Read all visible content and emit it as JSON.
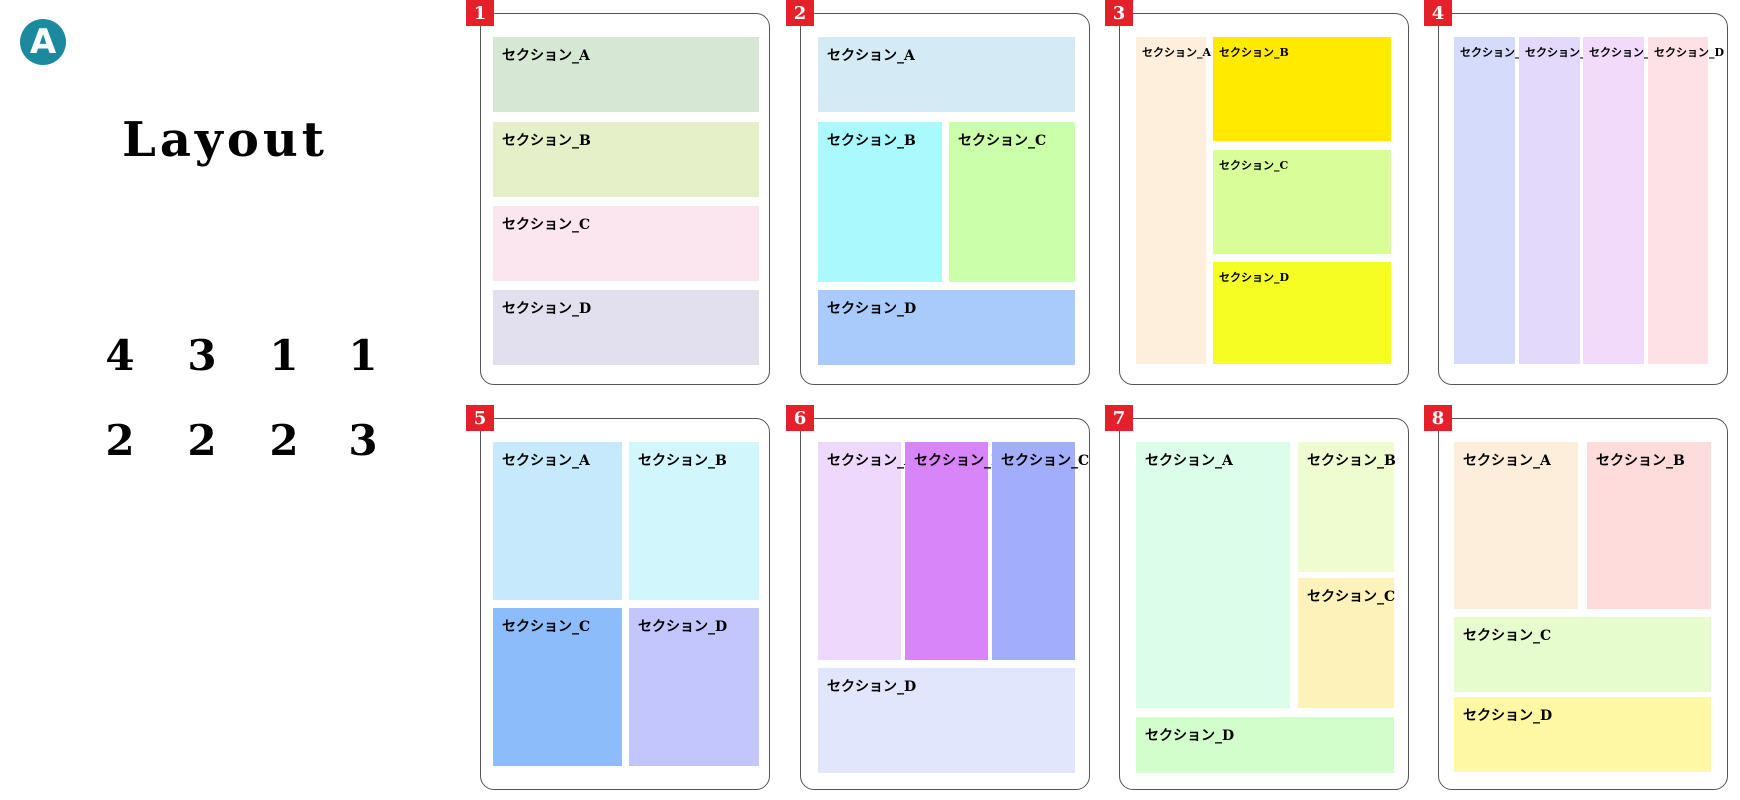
{
  "badge": "A",
  "title": "Layout",
  "grid": {
    "row1": [
      "4",
      "3",
      "1",
      "1"
    ],
    "row2": [
      "2",
      "2",
      "2",
      "3"
    ]
  },
  "layouts": [
    {
      "number": "1",
      "sections": [
        {
          "label": "セクション_A",
          "color": "#d6e8d4"
        },
        {
          "label": "セクション_B",
          "color": "#e6f0c8"
        },
        {
          "label": "セクション_C",
          "color": "#fbe6f0"
        },
        {
          "label": "セクション_D",
          "color": "#e2e0ef"
        }
      ]
    },
    {
      "number": "2",
      "sections": [
        {
          "label": "セクション_A",
          "color": "#d4eaf5"
        },
        {
          "label": "セクション_B",
          "color": "#a9fafc"
        },
        {
          "label": "セクション_C",
          "color": "#ccffaa"
        },
        {
          "label": "セクション_D",
          "color": "#a9cbfc"
        }
      ]
    },
    {
      "number": "3",
      "sections": [
        {
          "label": "セクション_A",
          "color": "#fdefdc"
        },
        {
          "label": "セクション_B",
          "color": "#ffea00"
        },
        {
          "label": "セクション_C",
          "color": "#d9fe99"
        },
        {
          "label": "セクション_D",
          "color": "#f5fe23"
        }
      ]
    },
    {
      "number": "4",
      "sections": [
        {
          "label": "セクション_A",
          "color": "#d4dbfb"
        },
        {
          "label": "セクション_B",
          "color": "#e3dafb"
        },
        {
          "label": "セクション_C",
          "color": "#f2dafb"
        },
        {
          "label": "セクション_D",
          "color": "#fde1e6"
        }
      ]
    },
    {
      "number": "5",
      "sections": [
        {
          "label": "セクション_A",
          "color": "#c6eafc"
        },
        {
          "label": "セクション_B",
          "color": "#d1f7fc"
        },
        {
          "label": "セクション_C",
          "color": "#8dbcfb"
        },
        {
          "label": "セクション_D",
          "color": "#c3c6fc"
        }
      ]
    },
    {
      "number": "6",
      "sections": [
        {
          "label": "セクション_A",
          "color": "#eed9fd"
        },
        {
          "label": "セクション_B",
          "color": "#d985fa"
        },
        {
          "label": "セクション_C",
          "color": "#a3aefb"
        },
        {
          "label": "セクション_D",
          "color": "#e2e6fd"
        }
      ]
    },
    {
      "number": "7",
      "sections": [
        {
          "label": "セクション_A",
          "color": "#dcfde9"
        },
        {
          "label": "セクション_B",
          "color": "#effccf"
        },
        {
          "label": "セクション_C",
          "color": "#fef2bb"
        },
        {
          "label": "セクション_D",
          "color": "#d2fecb"
        }
      ]
    },
    {
      "number": "8",
      "sections": [
        {
          "label": "セクション_A",
          "color": "#fdeedb"
        },
        {
          "label": "セクション_B",
          "color": "#fddcdb"
        },
        {
          "label": "セクション_C",
          "color": "#e7fccc"
        },
        {
          "label": "セクション_D",
          "color": "#fef7a4"
        }
      ]
    }
  ]
}
